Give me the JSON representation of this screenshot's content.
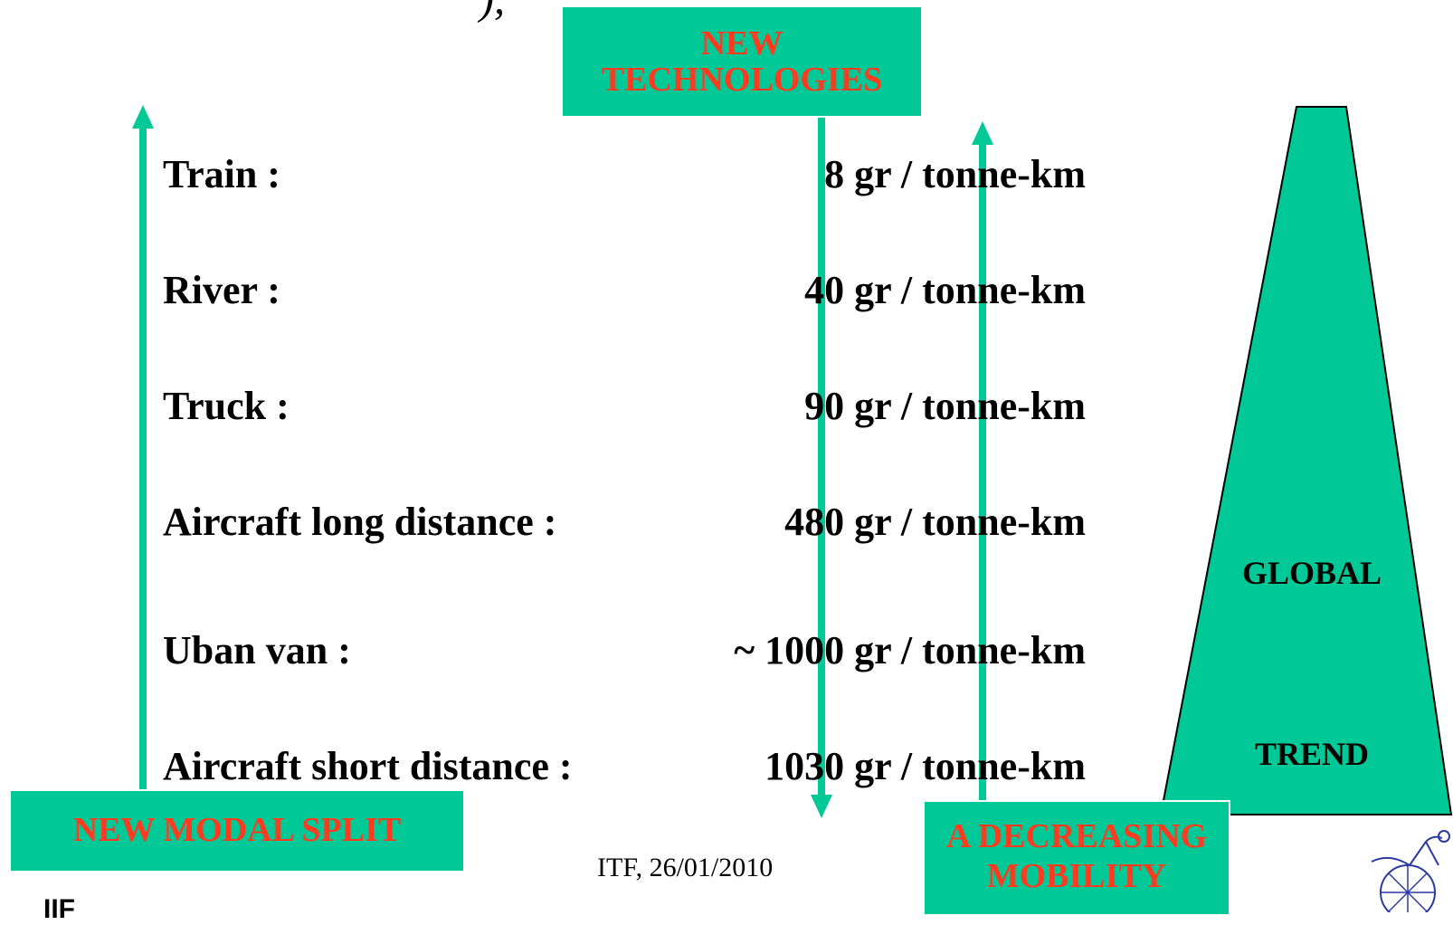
{
  "top_partial_text": "),",
  "boxes": {
    "new_technologies": [
      "NEW",
      "TECHNOLOGIES"
    ],
    "new_modal_split": "NEW MODAL SPLIT",
    "decreasing_mobility": [
      "A DECREASING",
      "MOBILITY"
    ]
  },
  "rows": [
    {
      "label": "Train :",
      "value": "8 gr / tonne-km"
    },
    {
      "label": "River :",
      "value": "40 gr / tonne-km"
    },
    {
      "label": "Truck :",
      "value": "90 gr / tonne-km"
    },
    {
      "label": "Aircraft long distance :",
      "value": "480 gr / tonne-km"
    },
    {
      "label": "Uban van :",
      "value": "~ 1000 gr / tonne-km"
    },
    {
      "label": "Aircraft short distance :",
      "value": "1030 gr / tonne-km"
    }
  ],
  "trend": {
    "top": "GLOBAL",
    "bottom": "TREND"
  },
  "footer": {
    "date": "ITF, 26/01/2010",
    "bottom_left": "IIF"
  },
  "colors": {
    "box_fill": "#00c896",
    "box_text": "#ff3b1f",
    "arrow": "#00c896"
  },
  "icons": {
    "logo": "wheeled-figure-logo-icon"
  }
}
